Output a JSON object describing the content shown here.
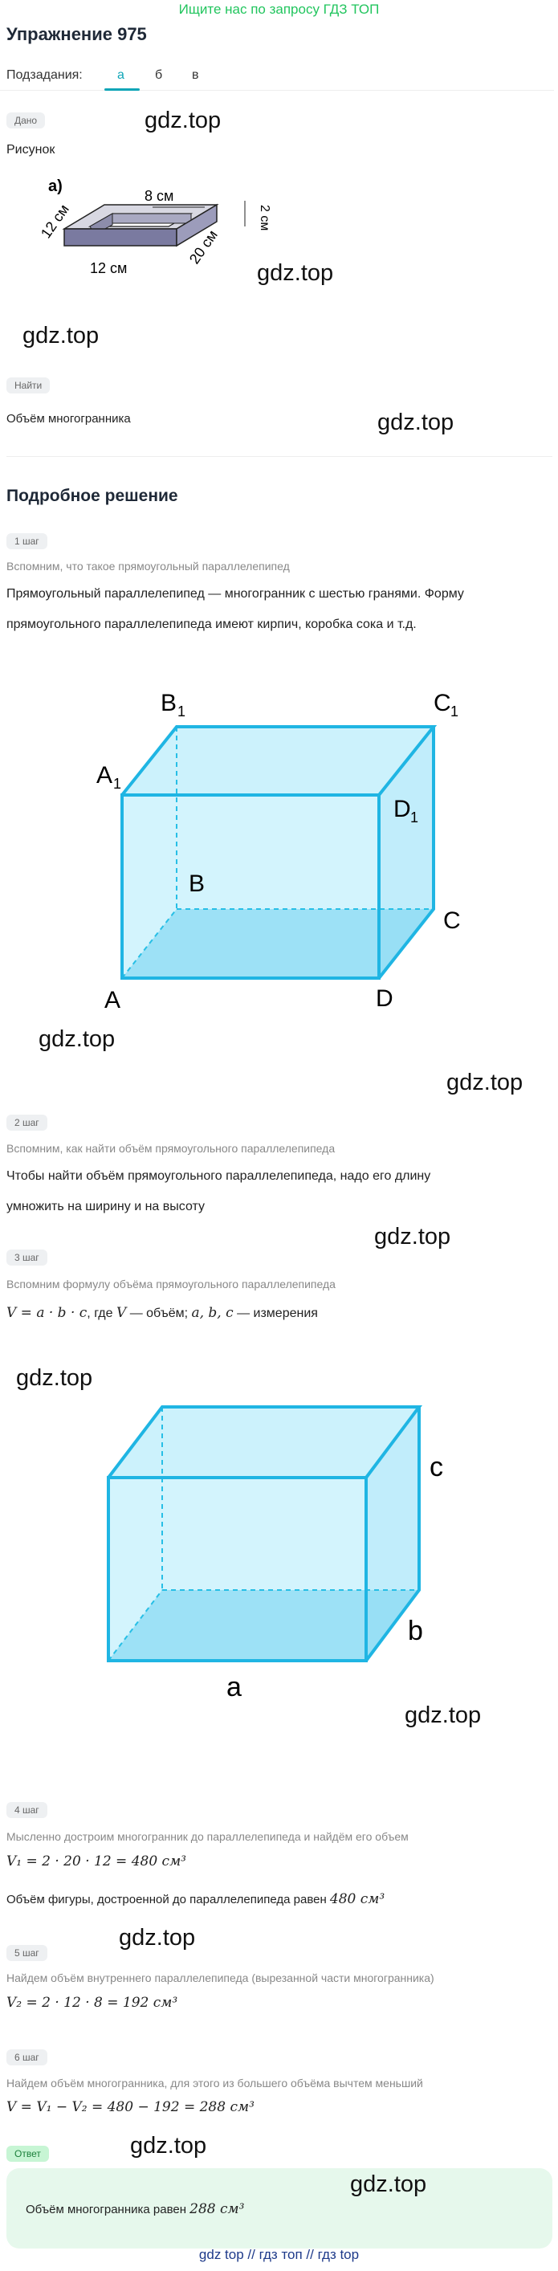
{
  "top_link": "Ищите нас по запросу ГДЗ ТОП",
  "title": "Упражнение 975",
  "subtasks": {
    "label": "Подзадания:",
    "tabs": [
      "а",
      "б",
      "в"
    ],
    "active": "а"
  },
  "given": {
    "chip": "Дано",
    "text": "Рисунок",
    "figure": {
      "part": "а)",
      "top_len": "8 см",
      "height": "2 см",
      "side_left": "12 см",
      "side_right": "20 см",
      "bottom": "12 см"
    }
  },
  "find": {
    "chip": "Найти",
    "text": "Объём многогранника"
  },
  "solution_title": "Подробное решение",
  "steps": [
    {
      "chip": "1 шаг",
      "hint": "Вспомним, что такое прямоугольный параллелепипед",
      "lines": [
        "Прямоугольный параллелепипед — многогранник с шестью гранями. Форму",
        "прямоугольного параллелепипеда имеют кирпич, коробка сока и т.д."
      ],
      "figure_labels": {
        "A": "A",
        "B": "B",
        "C": "C",
        "D": "D",
        "A1": "A",
        "B1": "B",
        "C1": "C",
        "D1": "D",
        "sub1": "1"
      }
    },
    {
      "chip": "2 шаг",
      "hint": "Вспомним, как найти объём прямоугольного параллелепипеда",
      "lines": [
        "Чтобы найти объём прямоугольного параллелепипеда, надо его длину",
        "умножить на ширину и на высоту"
      ]
    },
    {
      "chip": "3 шаг",
      "hint": "Вспомним формулу объёма прямоугольного параллелепипеда",
      "formula": "V = a · b · c",
      "formula_text": ", где ",
      "formula_v": "V",
      "formula_tail": " — объём; ",
      "formula_abc": "a, b, c",
      "formula_end": " — измерения",
      "figure_labels": {
        "a": "a",
        "b": "b",
        "c": "c"
      }
    },
    {
      "chip": "4 шаг",
      "hint": "Мысленно достроим многогранник до параллелепипеда и найдём его объем",
      "formula": "V₁ = 2 · 20 · 12 = 480 см³",
      "text_pre": "Объём фигуры, достроенной до параллелепипеда равен ",
      "text_val": "480 см³"
    },
    {
      "chip": "5 шаг",
      "hint": "Найдем объём внутреннего параллелепипеда (вырезанной части многогранника)",
      "formula": "V₂ = 2 · 12 · 8 = 192 см³"
    },
    {
      "chip": "6 шаг",
      "hint": "Найдем объём многогранника, для этого из большего объёма вычтем меньший",
      "formula": "V = V₁ − V₂ = 480 − 192 = 288 см³"
    }
  ],
  "answer": {
    "chip": "Ответ",
    "text_pre": "Объём многогранника равен ",
    "text_val": "288 см³"
  },
  "watermark": "gdz.top",
  "footer": "gdz top // гдз топ // гдз top"
}
